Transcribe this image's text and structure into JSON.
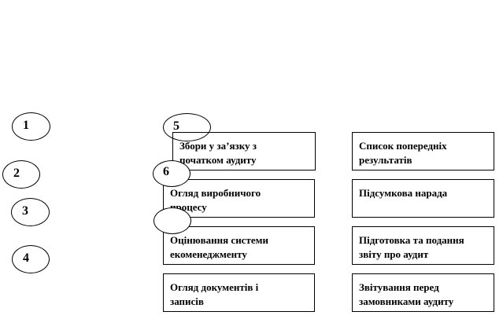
{
  "numbers": [
    "1",
    "2",
    "3",
    "4",
    "5",
    "6"
  ],
  "left_boxes": [
    {
      "line1": "Збори у заʼязку з",
      "line2": "початком аудиту"
    },
    {
      "line1": "Огляд виробничого",
      "line2": "процесу"
    },
    {
      "line1": "Оцінювання системи",
      "line2": "екоменеджменту"
    },
    {
      "line1": "Огляд документів  і",
      "line2": "записів"
    }
  ],
  "right_boxes": [
    {
      "line1": "Список попередніх",
      "line2": "результатів"
    },
    {
      "line1": "Підсумкова  нарада",
      "line2": ""
    },
    {
      "line1": "Підготовка  та подання",
      "line2": "звіту про аудит"
    },
    {
      "line1": "Звітування перед",
      "line2": "замовниками аудиту"
    }
  ]
}
